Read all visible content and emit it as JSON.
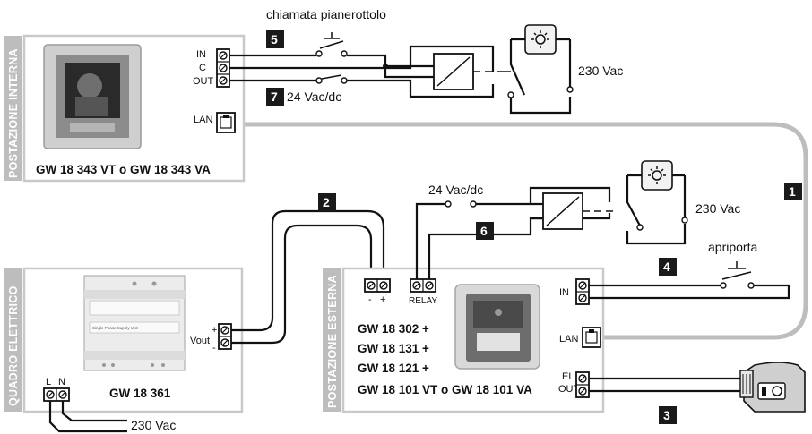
{
  "units": {
    "internal": {
      "tab": "POSTAZIONE INTERNA",
      "model": "GW 18 343 VT o GW 18 343 VA",
      "terminals": [
        "IN",
        "C",
        "OUT"
      ],
      "lan": "LAN"
    },
    "panel": {
      "tab": "QUADRO ELETTRICO",
      "model": "GW 18 361",
      "input_labels": [
        "L",
        "N"
      ],
      "vout": "Vout",
      "plus": "+",
      "minus": "-",
      "device_text": "Single Phase Supply Unit"
    },
    "external": {
      "tab": "POSTAZIONE ESTERNA",
      "models": [
        "GW 18 302 +",
        "GW 18 131 +",
        "GW 18 121 +",
        "GW 18 101 VT o GW 18 101 VA"
      ],
      "bus_labels": [
        "-",
        "+"
      ],
      "relay": "RELAY",
      "in": "IN",
      "lan": "LAN",
      "el_out": [
        "EL",
        "OUT"
      ]
    }
  },
  "labels": {
    "landing_call": "chiamata pianerottolo",
    "door_opener": "apriporta",
    "voltage_dc_top": "24 Vac/dc",
    "voltage_dc_mid": "24 Vac/dc",
    "voltage_ac_top": "230 Vac",
    "voltage_ac_mid": "230 Vac",
    "voltage_ac_bottom": "230 Vac"
  },
  "callouts": [
    "1",
    "2",
    "3",
    "4",
    "5",
    "6",
    "7"
  ]
}
